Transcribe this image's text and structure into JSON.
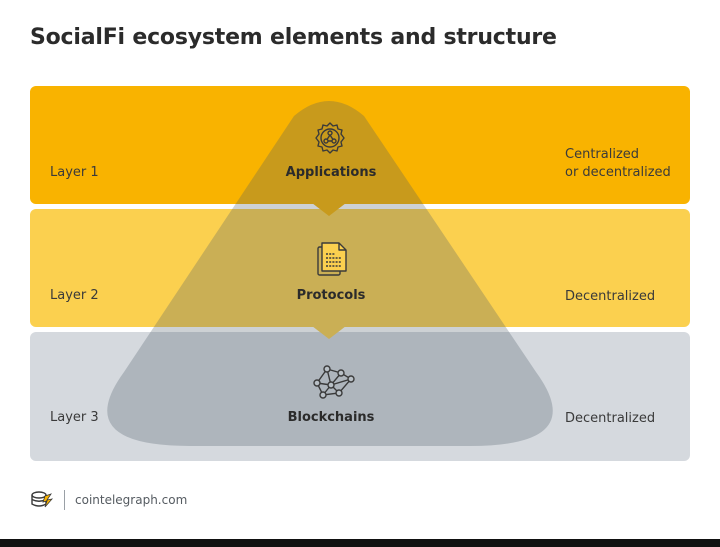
{
  "title": "SocialFi ecosystem elements and structure",
  "layers": [
    {
      "layer_label": "Layer 1",
      "name": "Applications",
      "type_lines": [
        "Centralized",
        "or decentralized"
      ],
      "color": "#f9b300",
      "icon": "gear-network-icon"
    },
    {
      "layer_label": "Layer 2",
      "name": "Protocols",
      "type_lines": [
        "Decentralized"
      ],
      "color": "#fbd04f",
      "icon": "document-stack-icon"
    },
    {
      "layer_label": "Layer 3",
      "name": "Blockchains",
      "type_lines": [
        "Decentralized"
      ],
      "color": "#d5d9de",
      "icon": "node-network-icon"
    }
  ],
  "footer": {
    "source": "cointelegraph.com",
    "logo_icon": "cointelegraph-logo-icon"
  }
}
